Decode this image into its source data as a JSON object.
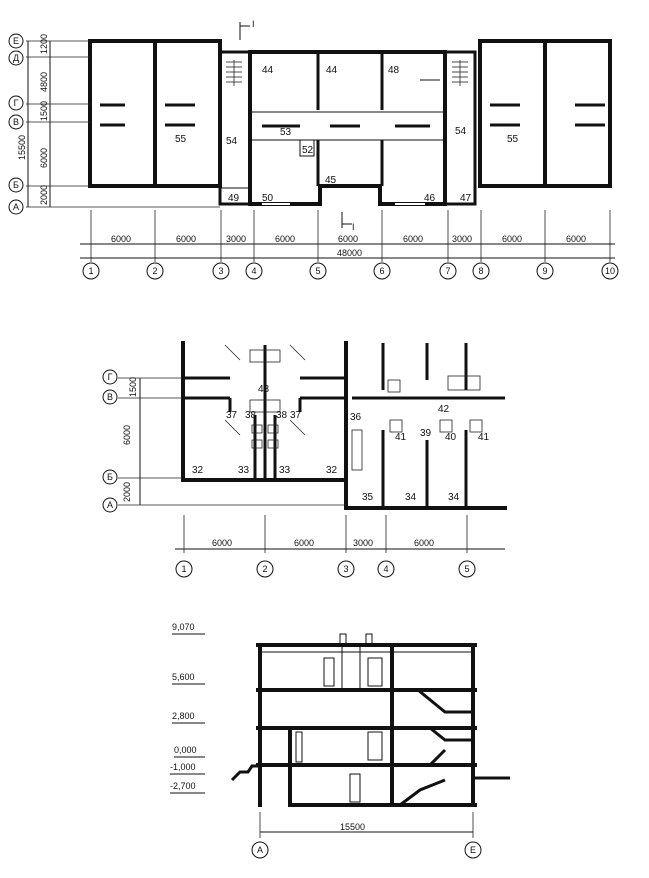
{
  "plan1": {
    "row_axes": [
      "Е",
      "Д",
      "Г",
      "В",
      "Б",
      "А"
    ],
    "row_dims": [
      "1200",
      "4800",
      "1500",
      "6000",
      "2000"
    ],
    "total_vertical": "15500",
    "col_axes": [
      "1",
      "2",
      "3",
      "4",
      "5",
      "6",
      "7",
      "8",
      "9",
      "10"
    ],
    "col_dims": [
      "6000",
      "6000",
      "3000",
      "6000",
      "6000",
      "6000",
      "3000",
      "6000",
      "6000"
    ],
    "total_horizontal": "48000",
    "section_mark": "I",
    "rooms": [
      "55",
      "54",
      "49",
      "50",
      "44",
      "53",
      "52",
      "45",
      "44",
      "48",
      "46",
      "54",
      "47",
      "55"
    ]
  },
  "plan2": {
    "row_axes": [
      "Г",
      "В",
      "Б",
      "А"
    ],
    "row_dims": [
      "1500",
      "6000",
      "2000"
    ],
    "col_axes": [
      "1",
      "2",
      "3",
      "4",
      "5"
    ],
    "col_dims": [
      "6000",
      "6000",
      "3000",
      "6000"
    ],
    "rooms": [
      "43",
      "37",
      "38",
      "38",
      "37",
      "32",
      "33",
      "33",
      "32",
      "36",
      "35",
      "42",
      "41",
      "39",
      "40",
      "41",
      "34",
      "34"
    ]
  },
  "section": {
    "levels": [
      "9,070",
      "5,600",
      "2,800",
      "0,000",
      "-1,000",
      "-2,700"
    ],
    "total_width": "15500",
    "axes": [
      "А",
      "Е"
    ]
  }
}
